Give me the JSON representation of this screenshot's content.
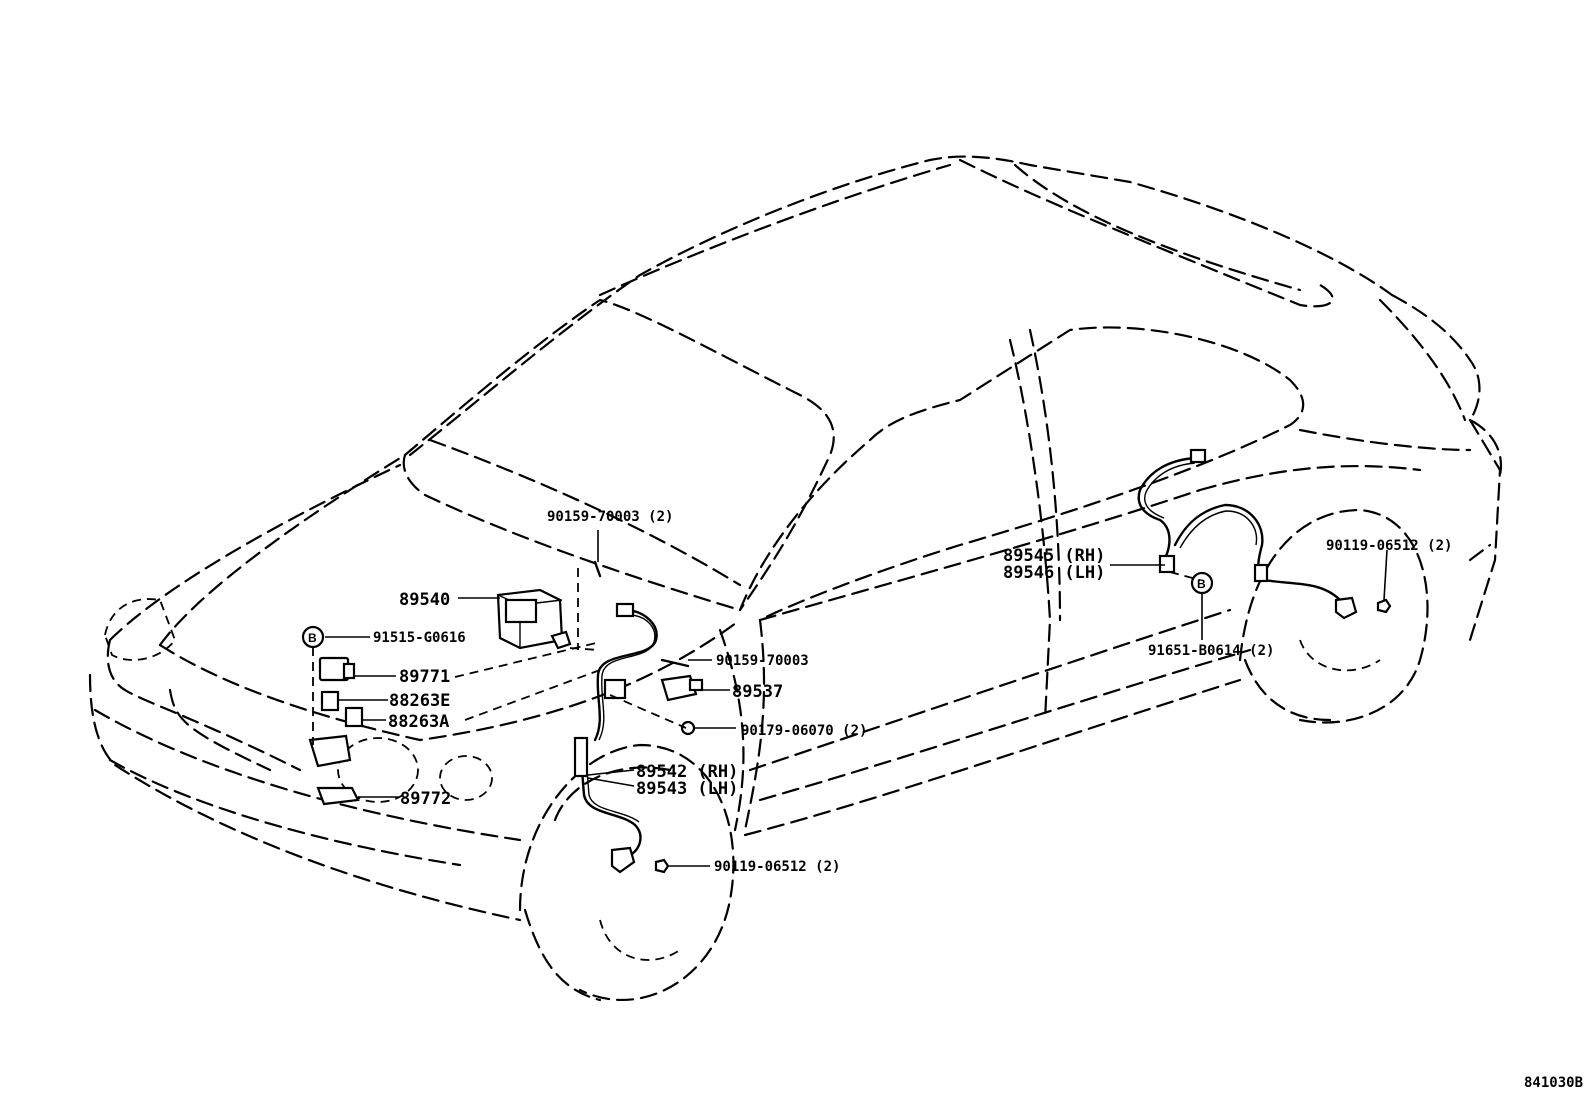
{
  "diagram_code": "841030B",
  "callout_letter": "B",
  "labels": [
    {
      "id": "p90159_70003_2",
      "text": "90159-70003 (2)"
    },
    {
      "id": "p89540",
      "text": "89540"
    },
    {
      "id": "p91515_g0616",
      "text": "91515-G0616"
    },
    {
      "id": "p89771",
      "text": "89771"
    },
    {
      "id": "p88263e",
      "text": "88263E"
    },
    {
      "id": "p88263a",
      "text": "88263A"
    },
    {
      "id": "p89772",
      "text": "89772"
    },
    {
      "id": "p90159_70003",
      "text": "90159-70003"
    },
    {
      "id": "p89537",
      "text": "89537"
    },
    {
      "id": "p90179_06070_2",
      "text": "90179-06070 (2)"
    },
    {
      "id": "p89542_rh",
      "text": "89542 (RH)"
    },
    {
      "id": "p89543_lh",
      "text": "89543 (LH)"
    },
    {
      "id": "p90119_06512_2_front",
      "text": "90119-06512 (2)"
    },
    {
      "id": "p89545_rh",
      "text": "89545 (RH)"
    },
    {
      "id": "p89546_lh",
      "text": "89546 (LH)"
    },
    {
      "id": "p90119_06512_2_rear",
      "text": "90119-06512 (2)"
    },
    {
      "id": "p91651_b0614_2",
      "text": "91651-B0614 (2)"
    }
  ]
}
